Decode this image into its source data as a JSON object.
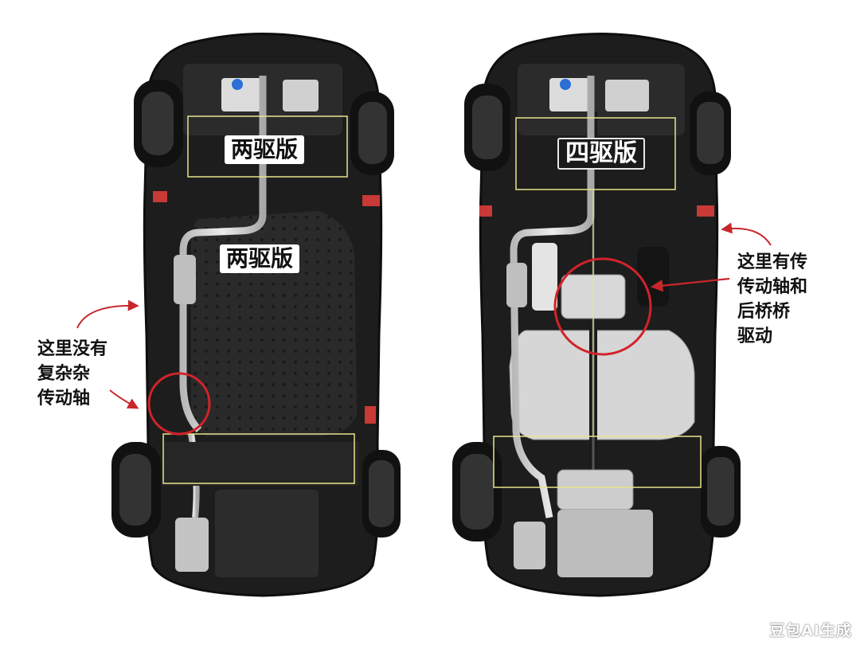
{
  "left_car": {
    "front_label": "两驱版",
    "center_label": "两驱版",
    "note": "这里没有\n复杂杂\n传动轴"
  },
  "right_car": {
    "front_label": "四驱版",
    "note": "这里有传\n传动轴和\n后桥桥\n驱动"
  },
  "watermark": "豆包AI生成",
  "colors": {
    "highlight": "#d2232a",
    "arrow": "#c8262c",
    "guide_line": "#e8e48c",
    "body": "#1d1d1d"
  }
}
